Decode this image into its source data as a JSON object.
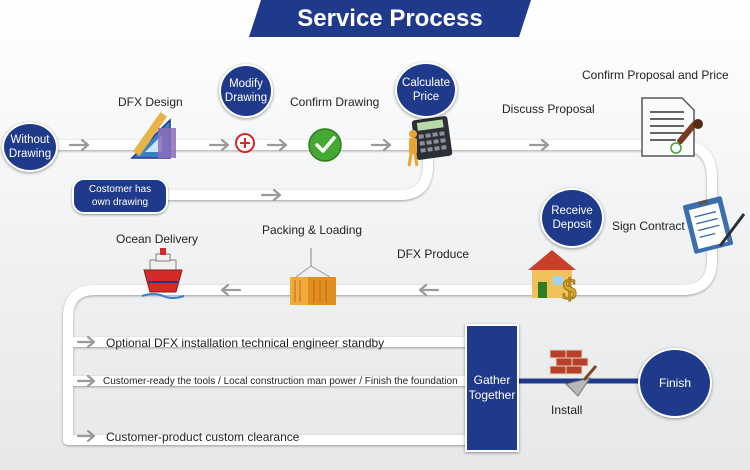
{
  "title": "Service Process",
  "bubbles": {
    "without_drawing": "Without Drawing",
    "modify_drawing": "Modify Drawing",
    "calculate_price": "Calculate Price",
    "receive_deposit": "Receive Deposit",
    "finish": "Finish",
    "customer_own_drawing": "Costomer has own drawing",
    "gather_together": "Gather Together"
  },
  "labels": {
    "dfx_design": "DFX Design",
    "confirm_drawing": "Confirm Drawing",
    "discuss_proposal": "Discuss Proposal",
    "confirm_proposal": "Confirm Proposal and Price",
    "sign_contract": "Sign Contract",
    "dfx_produce": "DFX Produce",
    "packing_loading": "Packing & Loading",
    "ocean_delivery": "Ocean Delivery",
    "install": "Install"
  },
  "branches": [
    "Optional DFX installation technical engineer standby",
    "Customer-ready the tools / Local construction man power / Finish the foundation",
    "Customer-product custom clearance"
  ],
  "icons": {
    "dfx_design": "ruler-triangle-icon",
    "modify": "plus-circle-icon",
    "confirm": "check-circle-icon",
    "calculate": "calculator-icon",
    "proposal": "document-stamp-icon",
    "contract": "clipboard-pen-icon",
    "produce": "house-dollar-icon",
    "packing": "container-crane-icon",
    "ocean": "cargo-ship-icon",
    "install": "brick-trowel-icon"
  },
  "colors": {
    "accent": "#1f3a8a",
    "path": "#ffffff",
    "arrow": "#9a9a9a",
    "check": "#44a833",
    "plus": "#d42a2a"
  }
}
